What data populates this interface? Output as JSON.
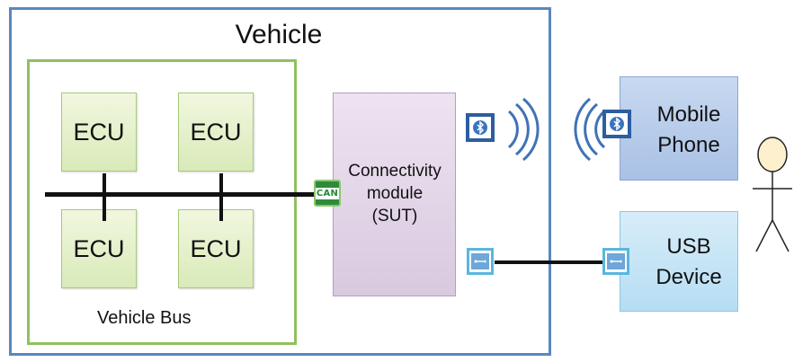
{
  "vehicle": {
    "title": "Vehicle"
  },
  "vehicle_bus": {
    "label": "Vehicle Bus",
    "ecus": [
      {
        "label": "ECU"
      },
      {
        "label": "ECU"
      },
      {
        "label": "ECU"
      },
      {
        "label": "ECU"
      }
    ]
  },
  "can": {
    "label": "CAN"
  },
  "connectivity_module": {
    "lines": [
      "Connectivity",
      "module",
      "(SUT)"
    ]
  },
  "mobile_phone": {
    "lines": [
      "Mobile",
      "Phone"
    ]
  },
  "usb_device": {
    "lines": [
      "USB",
      "Device"
    ]
  },
  "icons": {
    "bluetooth": "bluetooth-icon",
    "usb": "usb-icon",
    "wireless": "wireless-signal-icon",
    "user": "user-stick-figure-icon"
  },
  "colors": {
    "vehicle_border": "#5a86c2",
    "bus_border": "#8fc060",
    "ecu_fill": "#d9eab9",
    "module_fill": "#d9c9e0",
    "phone_fill": "#a9c1e5",
    "usb_fill": "#b6ddf3",
    "bluetooth": "#2c5ea0",
    "usb_icon": "#5ab6df",
    "can": "#2f8a3c"
  }
}
